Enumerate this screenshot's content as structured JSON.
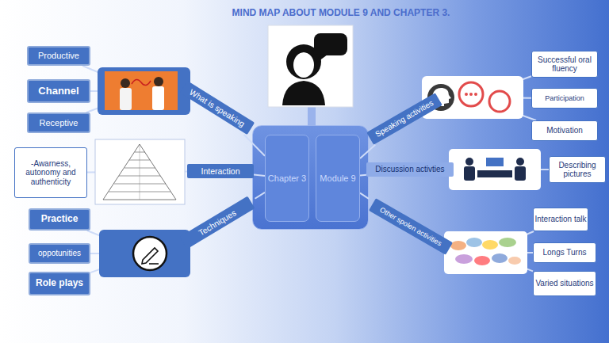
{
  "diagram": {
    "title": "MIND MAP ABOUT MODULE 9 AND CHAPTER 3.",
    "nodes": [
      {
        "text": [
          "Productive"
        ]
      },
      {
        "text": [
          "Channel"
        ]
      },
      {
        "text": [
          "Receptive"
        ]
      },
      {
        "text": [
          "What is speaking"
        ]
      },
      {
        "text": [
          "-Awarness, autonomy and authenticity"
        ]
      },
      {
        "text": [
          "Interaction"
        ]
      },
      {
        "text": [
          "Practice"
        ]
      },
      {
        "text": [
          "oppotunities"
        ]
      },
      {
        "text": [
          "Role plays"
        ]
      },
      {
        "text": [
          "Techniques"
        ]
      },
      {
        "text": [
          "Chapter 3"
        ]
      },
      {
        "text": [
          "Module 9"
        ]
      },
      {
        "text": [
          "Speaking activities"
        ]
      },
      {
        "text": [
          "Successful oral fluency"
        ]
      },
      {
        "text": [
          "Participation"
        ]
      },
      {
        "text": [
          "Motivation"
        ]
      },
      {
        "text": [
          "Discussion activties"
        ]
      },
      {
        "text": [
          "Describing pictures"
        ]
      },
      {
        "text": [
          "Other spolen activities"
        ]
      },
      {
        "text": [
          "Interaction talk"
        ]
      },
      {
        "text": [
          "Longs Turns"
        ]
      },
      {
        "text": [
          "Varied situations"
        ]
      }
    ],
    "edges": [
      {
        "from": 10,
        "to": 3,
        "arrow": "none"
      },
      {
        "from": 10,
        "to": 5,
        "arrow": "none"
      },
      {
        "from": 10,
        "to": 9,
        "arrow": "none"
      },
      {
        "from": 3,
        "to": 0,
        "arrow": "none"
      },
      {
        "from": 3,
        "to": 1,
        "arrow": "none"
      },
      {
        "from": 3,
        "to": 2,
        "arrow": "none"
      },
      {
        "from": 5,
        "to": 4,
        "arrow": "none"
      },
      {
        "from": 9,
        "to": 6,
        "arrow": "none"
      },
      {
        "from": 9,
        "to": 7,
        "arrow": "none"
      },
      {
        "from": 9,
        "to": 8,
        "arrow": "none"
      },
      {
        "from": 11,
        "to": 12,
        "arrow": "none"
      },
      {
        "from": 11,
        "to": 16,
        "arrow": "none"
      },
      {
        "from": 11,
        "to": 18,
        "arrow": "none"
      },
      {
        "from": 12,
        "to": 13,
        "arrow": "none"
      },
      {
        "from": 12,
        "to": 14,
        "arrow": "none"
      },
      {
        "from": 12,
        "to": 15,
        "arrow": "none"
      },
      {
        "from": 16,
        "to": 17,
        "arrow": "none"
      },
      {
        "from": 18,
        "to": 19,
        "arrow": "none"
      },
      {
        "from": 18,
        "to": 20,
        "arrow": "none"
      },
      {
        "from": 18,
        "to": 21,
        "arrow": "none"
      }
    ]
  }
}
